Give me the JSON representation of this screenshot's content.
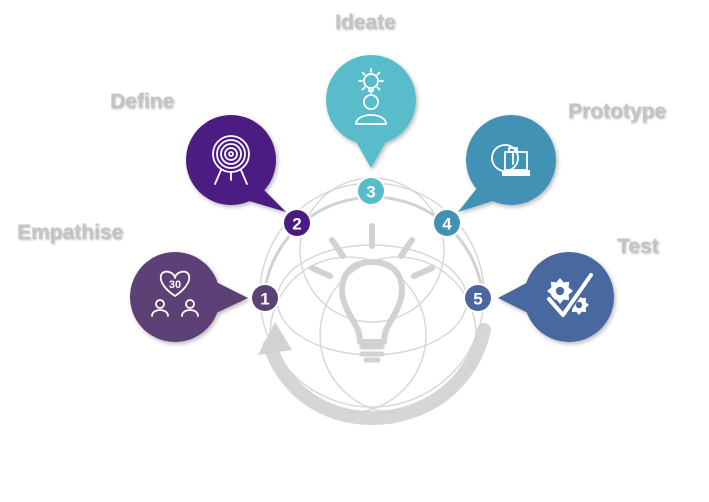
{
  "stages": [
    {
      "number": "1",
      "label": "Empathise",
      "color": "#5b4176",
      "icon": "empathy-heart-people-icon",
      "icon_text": "30"
    },
    {
      "number": "2",
      "label": "Define",
      "color": "#4b1a82",
      "icon": "target-easel-icon"
    },
    {
      "number": "3",
      "label": "Ideate",
      "color": "#59bcca",
      "icon": "lightbulb-person-icon"
    },
    {
      "number": "4",
      "label": "Prototype",
      "color": "#4392b6",
      "icon": "3d-printer-icon"
    },
    {
      "number": "5",
      "label": "Test",
      "color": "#4a67a0",
      "icon": "gears-checkmark-icon"
    }
  ],
  "center": {
    "icon": "lightbulb-icon",
    "line_color": "#d2d2d2"
  }
}
